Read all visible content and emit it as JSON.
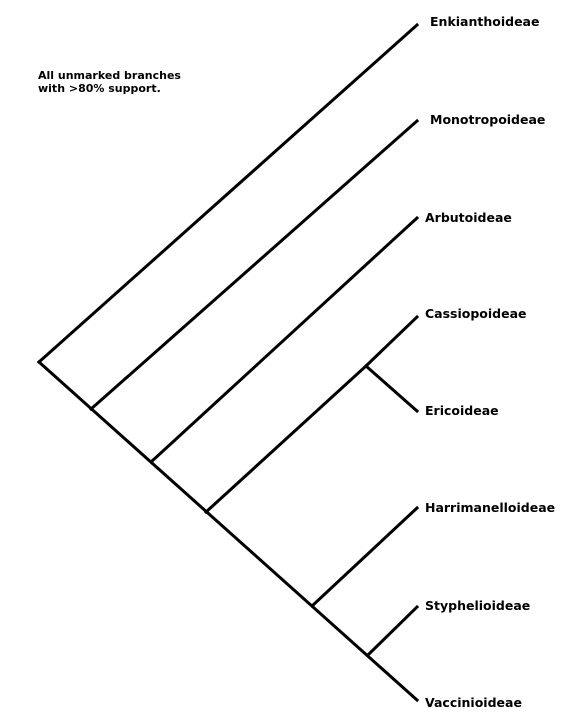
{
  "note": {
    "line1": "All unmarked branches",
    "line2": "with >80% support."
  },
  "taxa": [
    "Enkianthoideae",
    "Monotropoideae",
    "Arbutoideae",
    "Cassiopoideae",
    "Ericoideae",
    "Harrimanelloideae",
    "Styphelioideae",
    "Vaccinioideae"
  ],
  "topology": "(Enkianthoideae,(Monotropoideae,(Arbutoideae,((Cassiopoideae,Ericoideae),(Harrimanelloideae,(Styphelioideae,Vaccinioideae))))))",
  "colors": {
    "line": "#000000",
    "text": "#000000",
    "background": "#ffffff"
  }
}
